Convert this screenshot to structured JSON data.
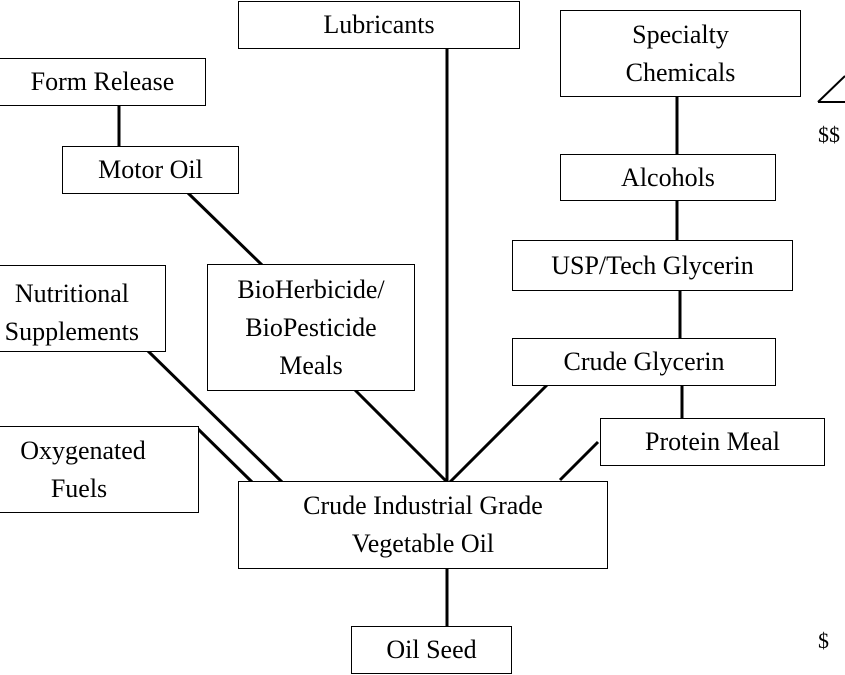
{
  "nodes": {
    "lubricants": [
      "Lubricants"
    ],
    "specialty": [
      "Specialty",
      "Chemicals"
    ],
    "form_release": [
      "Form Release"
    ],
    "motor_oil": [
      "Motor Oil"
    ],
    "alcohols": [
      "Alcohols"
    ],
    "usp_glycerin": [
      "USP/Tech Glycerin"
    ],
    "nutritional": [
      "Nutritional",
      "Supplements"
    ],
    "bioherbicide": [
      "BioHerbicide/",
      "BioPesticide",
      "Meals"
    ],
    "crude_glycerin": [
      "Crude Glycerin"
    ],
    "protein_meal": [
      "Protein Meal"
    ],
    "oxygenated": [
      "Oxygenated",
      "Fuels"
    ],
    "crude_oil": [
      "Crude Industrial Grade",
      "Vegetable Oil"
    ],
    "oil_seed": [
      "Oil Seed"
    ]
  },
  "value_scale": {
    "high": "$$",
    "low": "$"
  }
}
